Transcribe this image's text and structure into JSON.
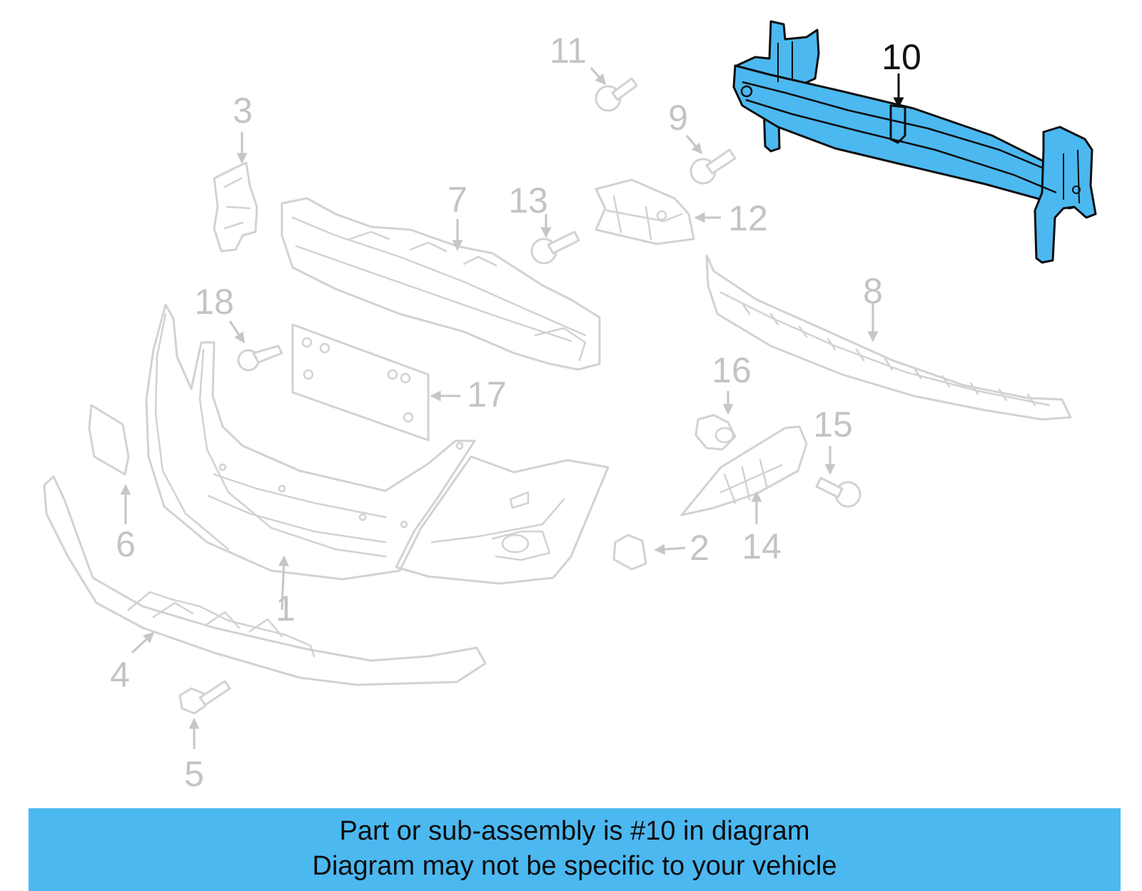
{
  "diagram": {
    "highlight_color": "#4cb8f0",
    "highlighted_part": "10",
    "callouts": {
      "c1": "1",
      "c2": "2",
      "c3": "3",
      "c4": "4",
      "c5": "5",
      "c6": "6",
      "c7": "7",
      "c8": "8",
      "c9": "9",
      "c10": "10",
      "c11": "11",
      "c12": "12",
      "c13": "13",
      "c14": "14",
      "c15": "15",
      "c16": "16",
      "c17": "17",
      "c18": "18"
    }
  },
  "banner": {
    "line1": "Part or sub-assembly is #10 in diagram",
    "line2": "Diagram may not be specific to your vehicle",
    "background": "#4cb8f0"
  }
}
